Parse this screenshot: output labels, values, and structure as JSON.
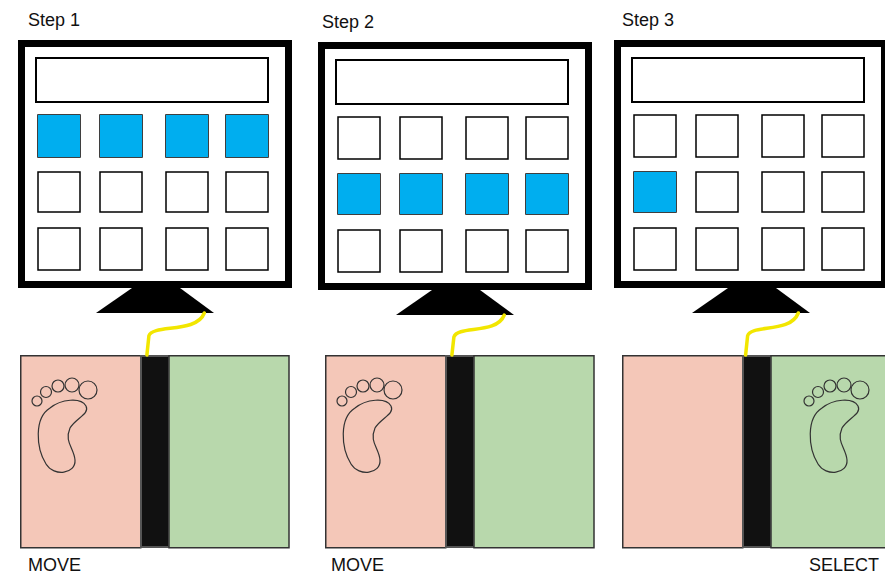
{
  "diagram": {
    "nodes": [
      {
        "text": [
          "Step 1"
        ]
      },
      {
        "text": [
          "Step 2"
        ]
      },
      {
        "text": [
          "Step 3"
        ]
      },
      {
        "text": [
          "MOVE"
        ]
      },
      {
        "text": [
          "MOVE"
        ]
      },
      {
        "text": [
          "SELECT"
        ]
      }
    ],
    "edges": [
      {
        "from": 0,
        "to": 3,
        "arrow": "none"
      },
      {
        "from": 1,
        "to": 4,
        "arrow": "none"
      },
      {
        "from": 2,
        "to": 5,
        "arrow": "none"
      }
    ]
  }
}
